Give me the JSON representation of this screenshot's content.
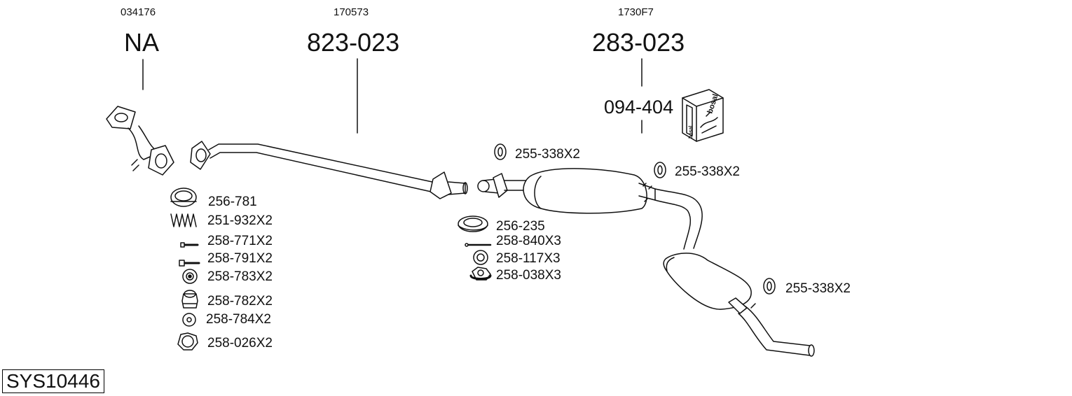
{
  "groups": [
    {
      "ref": "034176",
      "part": "NA"
    },
    {
      "ref": "170573",
      "part": "823-023"
    },
    {
      "ref": "1730F7",
      "part": "283-023"
    }
  ],
  "accessory": "094-404",
  "logo_text": "bosal",
  "parts_left": [
    "256-781",
    "251-932X2",
    "258-771X2",
    "258-791X2",
    "258-783X2",
    "258-782X2",
    "258-784X2",
    "258-026X2"
  ],
  "parts_mid": [
    "256-235",
    "258-840X3",
    "258-117X3",
    "258-038X3"
  ],
  "gaskets": [
    "255-338X2",
    "255-338X2",
    "255-338X2"
  ],
  "system_id": "SYS10446"
}
